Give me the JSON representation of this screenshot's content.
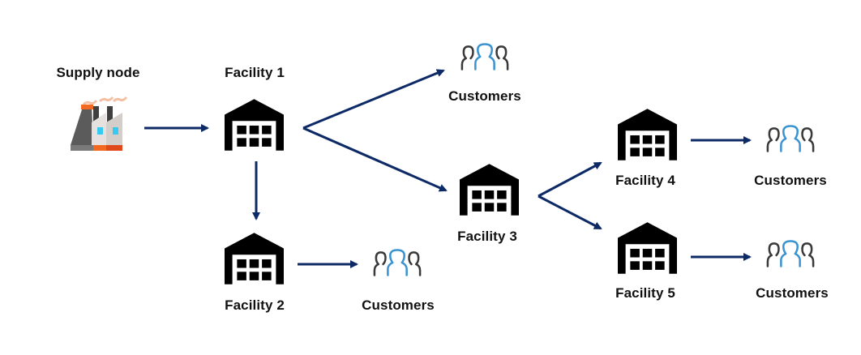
{
  "diagram": {
    "type": "supply-chain-network",
    "colors": {
      "arrow": "#0d2a66",
      "warehouse": "#000000",
      "customer_primary": "#3a93d1",
      "customer_secondary": "#3a3a3a",
      "factory_stack": "#5b5b5b",
      "factory_orange": "#f26a21",
      "factory_window": "#36c9f2",
      "factory_smoke": "#f4bfa3"
    },
    "nodes": [
      {
        "id": "supply",
        "label": "Supply node",
        "icon": "factory-icon"
      },
      {
        "id": "f1",
        "label": "Facility 1",
        "icon": "warehouse-icon"
      },
      {
        "id": "c1",
        "label": "Customers",
        "icon": "customers-icon"
      },
      {
        "id": "f2",
        "label": "Facility 2",
        "icon": "warehouse-icon"
      },
      {
        "id": "c2",
        "label": "Customers",
        "icon": "customers-icon"
      },
      {
        "id": "f3",
        "label": "Facility 3",
        "icon": "warehouse-icon"
      },
      {
        "id": "f4",
        "label": "Facility 4",
        "icon": "warehouse-icon"
      },
      {
        "id": "c4",
        "label": "Customers",
        "icon": "customers-icon"
      },
      {
        "id": "f5",
        "label": "Facility 5",
        "icon": "warehouse-icon"
      },
      {
        "id": "c5",
        "label": "Customers",
        "icon": "customers-icon"
      }
    ],
    "edges": [
      {
        "from": "supply",
        "to": "f1"
      },
      {
        "from": "f1",
        "to": "c1"
      },
      {
        "from": "f1",
        "to": "f3"
      },
      {
        "from": "f1",
        "to": "f2"
      },
      {
        "from": "f2",
        "to": "c2"
      },
      {
        "from": "f3",
        "to": "f4"
      },
      {
        "from": "f3",
        "to": "f5"
      },
      {
        "from": "f4",
        "to": "c4"
      },
      {
        "from": "f5",
        "to": "c5"
      }
    ]
  }
}
